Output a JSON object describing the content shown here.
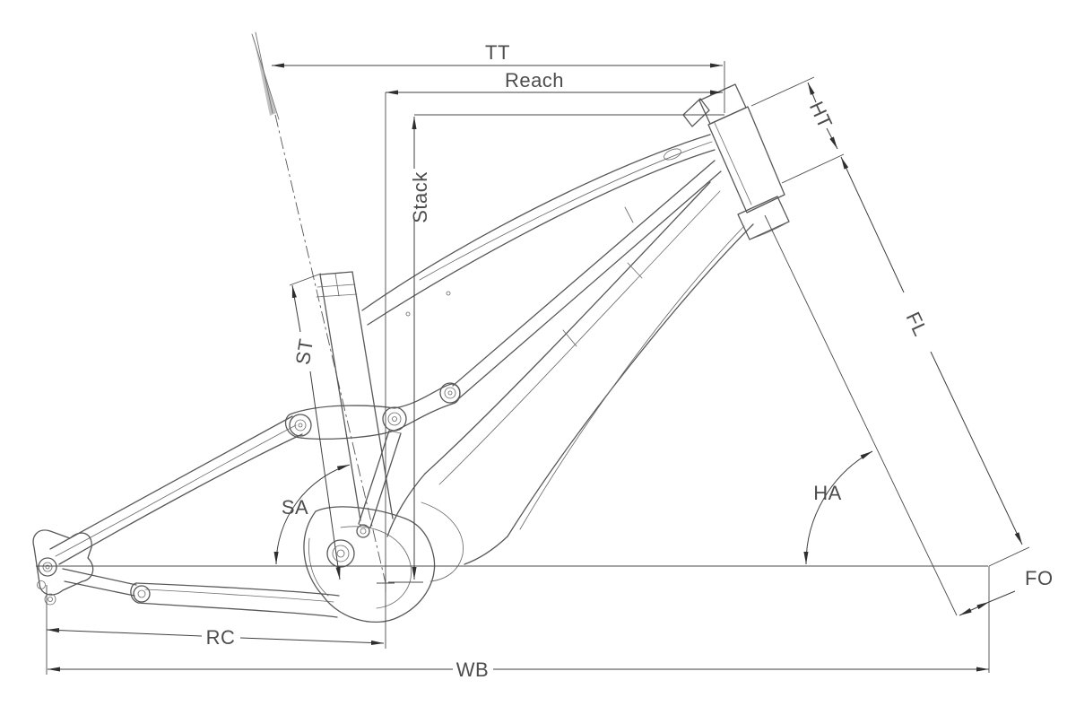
{
  "diagram": {
    "title": "bike-frame-geometry",
    "background_color": "#ffffff",
    "line_color": "#585858",
    "dimension_line_color": "#3f3f3f",
    "label_color": "#4d4d4d",
    "labels": {
      "top_tube": "TT",
      "reach": "Reach",
      "stack": "Stack",
      "head_tube": "HT",
      "seat_tube": "ST",
      "seat_angle": "SA",
      "head_angle": "HA",
      "fork_length": "FL",
      "fork_offset": "FO",
      "rear_center": "RC",
      "wheelbase": "WB"
    }
  }
}
